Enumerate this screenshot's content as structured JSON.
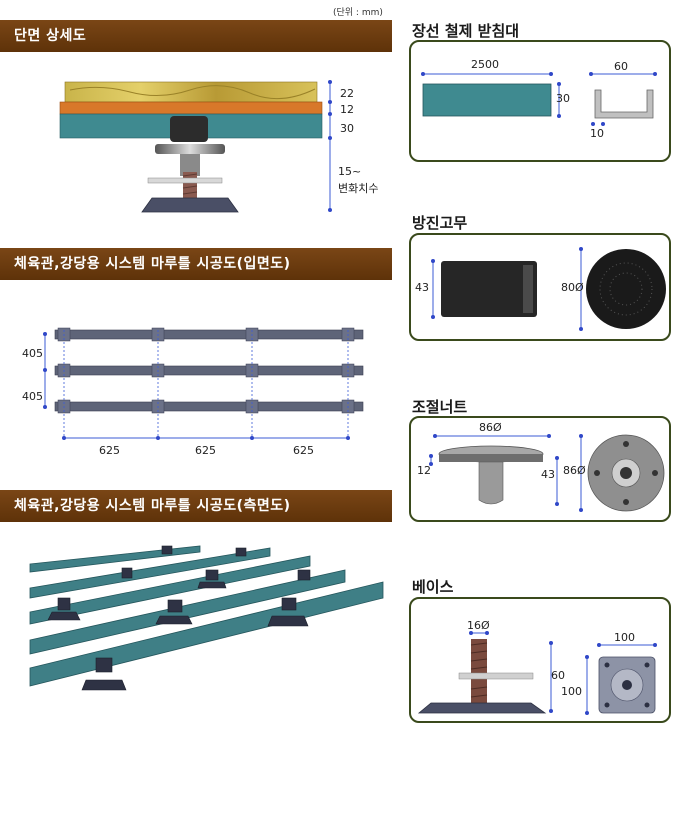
{
  "unit_note": "(단위 : mm)",
  "sections": {
    "cross_section": "단면 상세도",
    "elevation": "체육관,강당용 시스템 마루틀 시공도(입면도)",
    "side_view": "체육관,강당용 시스템 마루틀 시공도(측면도)"
  },
  "cross_section_dims": {
    "layer1": "22",
    "layer2": "12",
    "layer3": "30",
    "adjust_value": "15~",
    "adjust_label": "변화치수"
  },
  "elevation_dims": {
    "row_spacing_1": "405",
    "row_spacing_2": "405",
    "span_1": "625",
    "span_2": "625",
    "span_3": "625"
  },
  "parts": {
    "channel": {
      "title": "장선 철제 받침대",
      "length": "2500",
      "height": "30",
      "width": "60",
      "thickness": "10"
    },
    "rubber": {
      "title": "방진고무",
      "height": "43",
      "diameter": "80Ø"
    },
    "nut": {
      "title": "조절너트",
      "top_diameter": "86Ø",
      "flange": "12",
      "height": "43",
      "plan_diameter": "86Ø"
    },
    "base": {
      "title": "베이스",
      "bolt_diameter": "16Ø",
      "height": "60",
      "width": "100",
      "depth": "100"
    }
  },
  "colors": {
    "header_bar": "#6b3a0e",
    "panel_border": "#3a4a1c",
    "beam_teal": "#3f7f86",
    "dimension_blue": "#3048c8"
  }
}
